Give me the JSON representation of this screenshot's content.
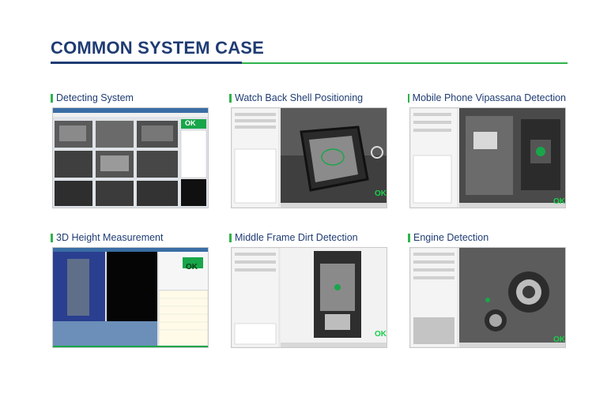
{
  "page": {
    "title": "COMMON SYSTEM CASE",
    "accent_color": "#2fb34a",
    "title_color": "#1f3c73"
  },
  "cases": [
    {
      "label": "Detecting System",
      "status": "OK"
    },
    {
      "label": "Watch Back Shell Positioning",
      "status": "OK"
    },
    {
      "label": "Mobile Phone Vipassana Detection",
      "status": "OK"
    },
    {
      "label": "3D Height Measurement",
      "status": "OK"
    },
    {
      "label": "Middle Frame Dirt Detection",
      "status": "OK"
    },
    {
      "label": "Engine Detection",
      "status": "OK"
    }
  ]
}
